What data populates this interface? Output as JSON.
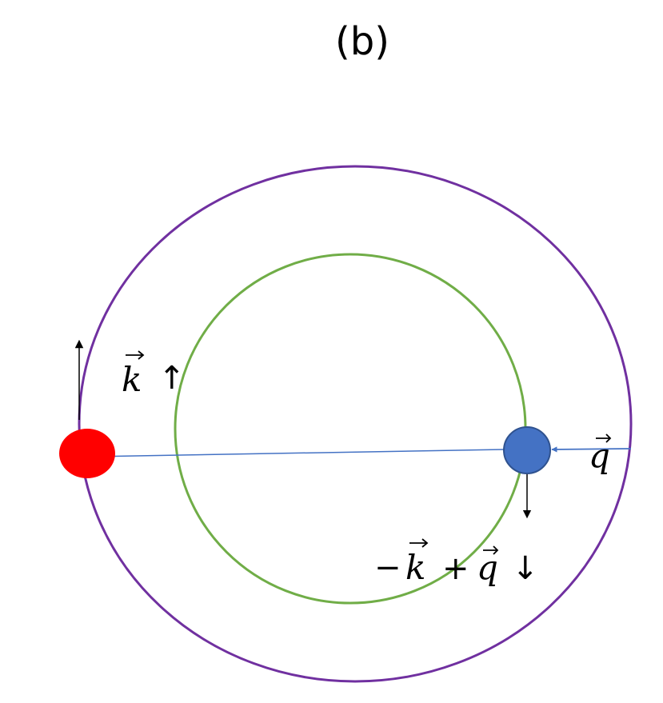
{
  "panel_label": "(b)",
  "labels": {
    "k_vec": "k",
    "k_spin": "↑",
    "q_vec": "q",
    "minus": "−",
    "plus": "+",
    "kq_spin": "↓"
  },
  "colors": {
    "outer_ring": "#7030a0",
    "inner_ring": "#70ad47",
    "particle_left": "#ff0000",
    "particle_right": "#4472c4",
    "momentum_line": "#4472c4",
    "spin_arrows": "#000000"
  }
}
